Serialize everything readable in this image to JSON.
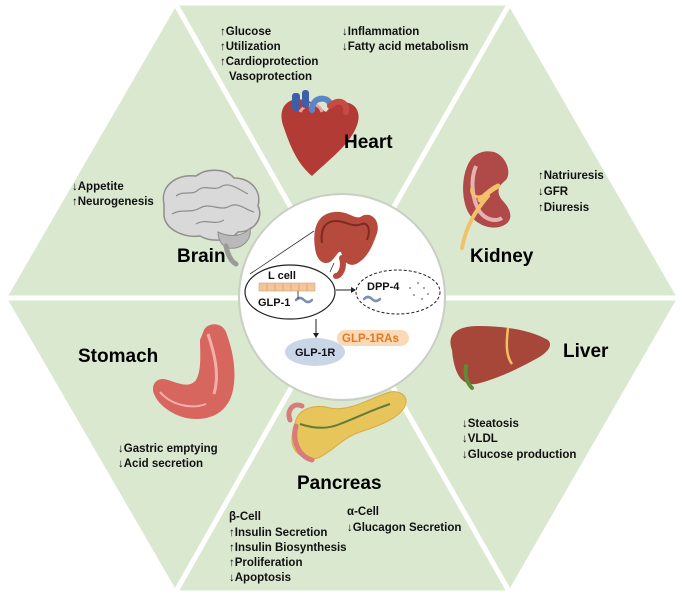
{
  "center": {
    "l_cell": "L cell",
    "glp1": "GLP-1",
    "dpp4": "DPP-4",
    "glp1ras": "GLP-1RAs",
    "glp1r": "GLP-1R"
  },
  "heart": {
    "label": "Heart",
    "effects_left": [
      "↑Glucose",
      "↑Utilization",
      "↑Cardioprotection",
      "Vasoprotection"
    ],
    "effects_right": [
      "↓Inflammation",
      "↓Fatty acid metabolism"
    ]
  },
  "kidney": {
    "label": "Kidney",
    "effects": [
      "↑Natriuresis",
      "↓GFR",
      "↑Diuresis"
    ]
  },
  "liver": {
    "label": "Liver",
    "effects": [
      "↓Steatosis",
      "↓VLDL",
      "↓Glucose production"
    ]
  },
  "pancreas": {
    "label": "Pancreas",
    "beta_title": "β-Cell",
    "beta_effects": [
      "↑Insulin Secretion",
      "↑Insulin Biosynthesis",
      "↑Proliferation",
      "↓Apoptosis"
    ],
    "alpha_title": "α-Cell",
    "alpha_effects": [
      "↓Glucagon Secretion"
    ]
  },
  "stomach": {
    "label": "Stomach",
    "effects": [
      "↓Gastric emptying",
      "↓Acid secretion"
    ]
  },
  "brain": {
    "label": "Brain",
    "effects": [
      "↓Appetite",
      "↑Neurogenesis"
    ]
  },
  "colors": {
    "segment_fill": "#dbe8d0",
    "segment_stroke": "#ffffff",
    "center_fill": "#ffffff",
    "center_stroke": "#c8cfc4",
    "glp1ras_bg": "#f9d9b8",
    "glp1ras_text": "#e07a1f",
    "glp1r_fill": "#c9d6e8"
  }
}
